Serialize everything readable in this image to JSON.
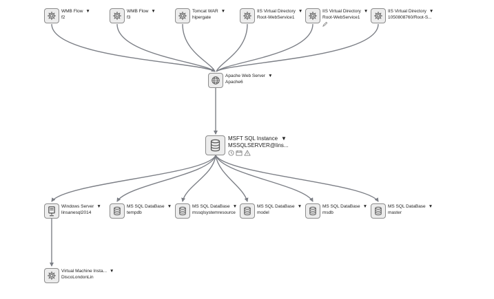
{
  "nodes": [
    {
      "id": "wmb-f2",
      "title": "WMB Flow",
      "subtitle": "f2",
      "icon": "gear-icon"
    },
    {
      "id": "wmb-f3",
      "title": "WMB Flow",
      "subtitle": "f3",
      "icon": "gear-icon"
    },
    {
      "id": "tomcat",
      "title": "Tomcat WAR",
      "subtitle": "hipergate",
      "icon": "gear-icon"
    },
    {
      "id": "iis1",
      "title": "IIS Virtual Directory",
      "subtitle": "Root-WebService1",
      "icon": "gear-icon"
    },
    {
      "id": "iis2",
      "title": "IIS Virtual Directory",
      "subtitle": "Root-WebService1",
      "icon": "gear-icon"
    },
    {
      "id": "iis3",
      "title": "IIS Virtual Directory",
      "subtitle": "1050808760/Root-S...",
      "icon": "gear-icon"
    },
    {
      "id": "apache",
      "title": "Apache Web Server",
      "subtitle": "Apache6",
      "icon": "globe-icon"
    },
    {
      "id": "mssql-instance",
      "title": "MSFT SQL Instance",
      "subtitle": "MSSQLSERVER@lins...",
      "icon": "database-icon"
    },
    {
      "id": "win-server",
      "title": "Windows Server",
      "subtitle": "linsanesql2014",
      "icon": "server-icon"
    },
    {
      "id": "db-tempdb",
      "title": "MS SQL DataBase",
      "subtitle": "tempdb",
      "icon": "database-icon"
    },
    {
      "id": "db-mssqlsystemresource",
      "title": "MS SQL DataBase",
      "subtitle": "mssqlsystemresource",
      "icon": "database-icon"
    },
    {
      "id": "db-model",
      "title": "MS SQL DataBase",
      "subtitle": "model",
      "icon": "database-icon"
    },
    {
      "id": "db-msdb",
      "title": "MS SQL DataBase",
      "subtitle": "msdb",
      "icon": "database-icon"
    },
    {
      "id": "db-master",
      "title": "MS SQL DataBase",
      "subtitle": "master",
      "icon": "database-icon"
    },
    {
      "id": "vm",
      "title": "Virtual Machine Insta...",
      "subtitle": "DiscoLondonLin",
      "icon": "gear-icon"
    }
  ],
  "caret": "▼",
  "edges": [
    [
      "wmb-f2",
      "apache"
    ],
    [
      "wmb-f3",
      "apache"
    ],
    [
      "tomcat",
      "apache"
    ],
    [
      "iis1",
      "apache"
    ],
    [
      "iis2",
      "apache"
    ],
    [
      "iis3",
      "apache"
    ],
    [
      "apache",
      "mssql-instance"
    ],
    [
      "mssql-instance",
      "win-server"
    ],
    [
      "mssql-instance",
      "db-tempdb"
    ],
    [
      "mssql-instance",
      "db-mssqlsystemresource"
    ],
    [
      "mssql-instance",
      "db-model"
    ],
    [
      "mssql-instance",
      "db-msdb"
    ],
    [
      "mssql-instance",
      "db-master"
    ],
    [
      "win-server",
      "vm"
    ]
  ],
  "status_icons": [
    "clock-icon",
    "calendar-icon",
    "warning-icon"
  ],
  "colors": {
    "edge": "#7c7f86",
    "icon_bg": "#ececec",
    "icon_border": "#8a8a8a",
    "icon_stroke": "#555555"
  }
}
